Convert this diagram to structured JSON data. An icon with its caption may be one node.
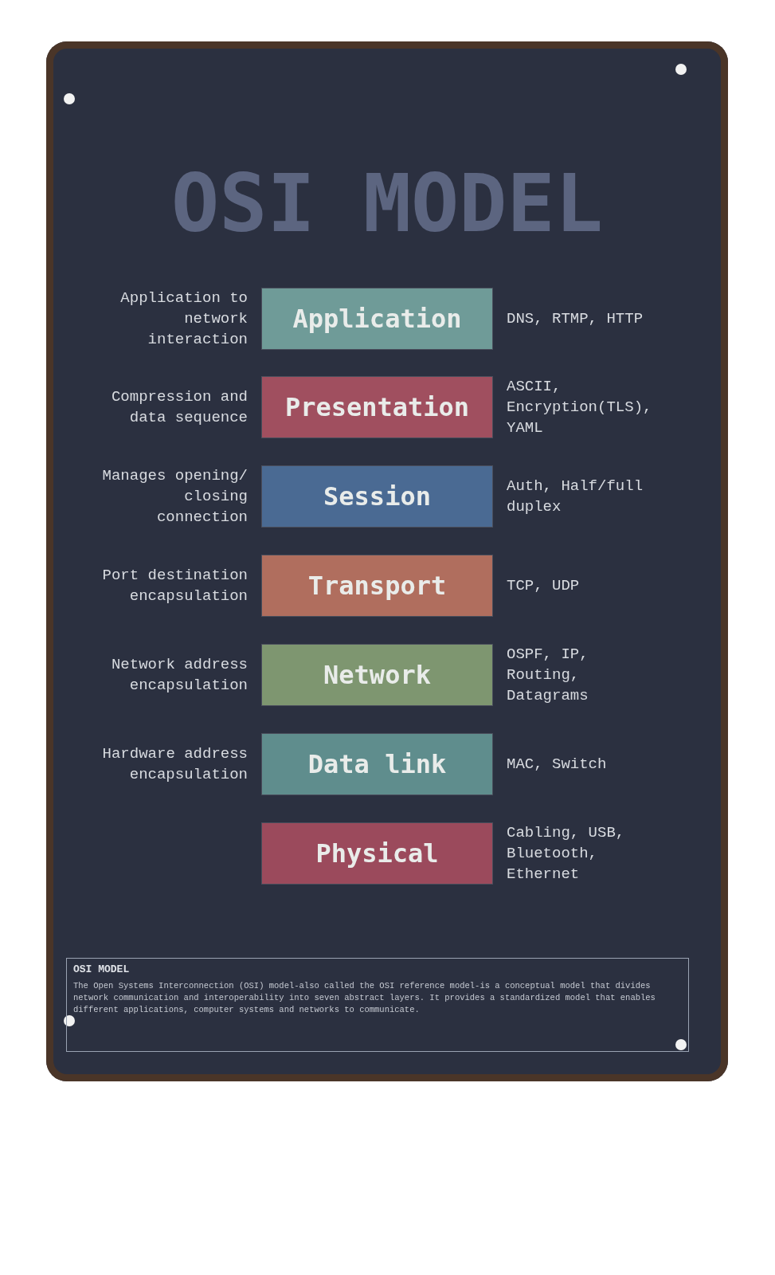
{
  "diagram": {
    "title": "OSI MODEL",
    "nodes": [
      {
        "text": [
          "Application"
        ],
        "beside": [
          "Application to network interaction",
          "DNS, RTMP, HTTP"
        ]
      },
      {
        "text": [
          "Presentation"
        ],
        "beside": [
          "Compression and data sequence",
          "ASCII, Encryption(TLS), YAML"
        ]
      },
      {
        "text": [
          "Session"
        ],
        "beside": [
          "Manages opening/ closing connection",
          "Auth, Half/full duplex"
        ]
      },
      {
        "text": [
          "Transport"
        ],
        "beside": [
          "Port destination encapsulation",
          "TCP, UDP"
        ]
      },
      {
        "text": [
          "Network"
        ],
        "beside": [
          "Network address encapsulation",
          "OSPF, IP, Routing, Datagrams"
        ]
      },
      {
        "text": [
          "Data link"
        ],
        "beside": [
          "Hardware address encapsulation",
          "MAC, Switch"
        ]
      },
      {
        "text": [
          "Physical"
        ],
        "beside": [
          "Cabling, USB, Bluetooth, Ethernet"
        ]
      },
      {
        "text": [
          "OSI MODEL",
          "The Open Systems Interconnection (OSI) model-also called the OSI reference model-is a conceptual model that divides network communication and interoperability into seven abstract layers. It provides a standardized model that enables different applications, computer systems and networks to communicate."
        ]
      }
    ]
  }
}
